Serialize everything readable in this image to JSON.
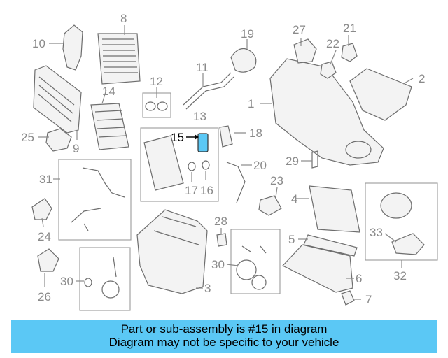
{
  "diagram": {
    "callouts": [
      "1",
      "2",
      "3",
      "4",
      "5",
      "6",
      "7",
      "8",
      "9",
      "10",
      "11",
      "12",
      "13",
      "14",
      "15",
      "16",
      "17",
      "18",
      "19",
      "20",
      "21",
      "22",
      "23",
      "24",
      "25",
      "26",
      "27",
      "28",
      "29",
      "30",
      "30",
      "31",
      "32",
      "33"
    ],
    "highlighted_part": "15",
    "highlight_color": "#5bc8f5"
  },
  "banner": {
    "line1": "Part or sub-assembly is #15 in diagram",
    "line2": "Diagram may not be specific to your vehicle",
    "color": "#5bc8f5"
  }
}
